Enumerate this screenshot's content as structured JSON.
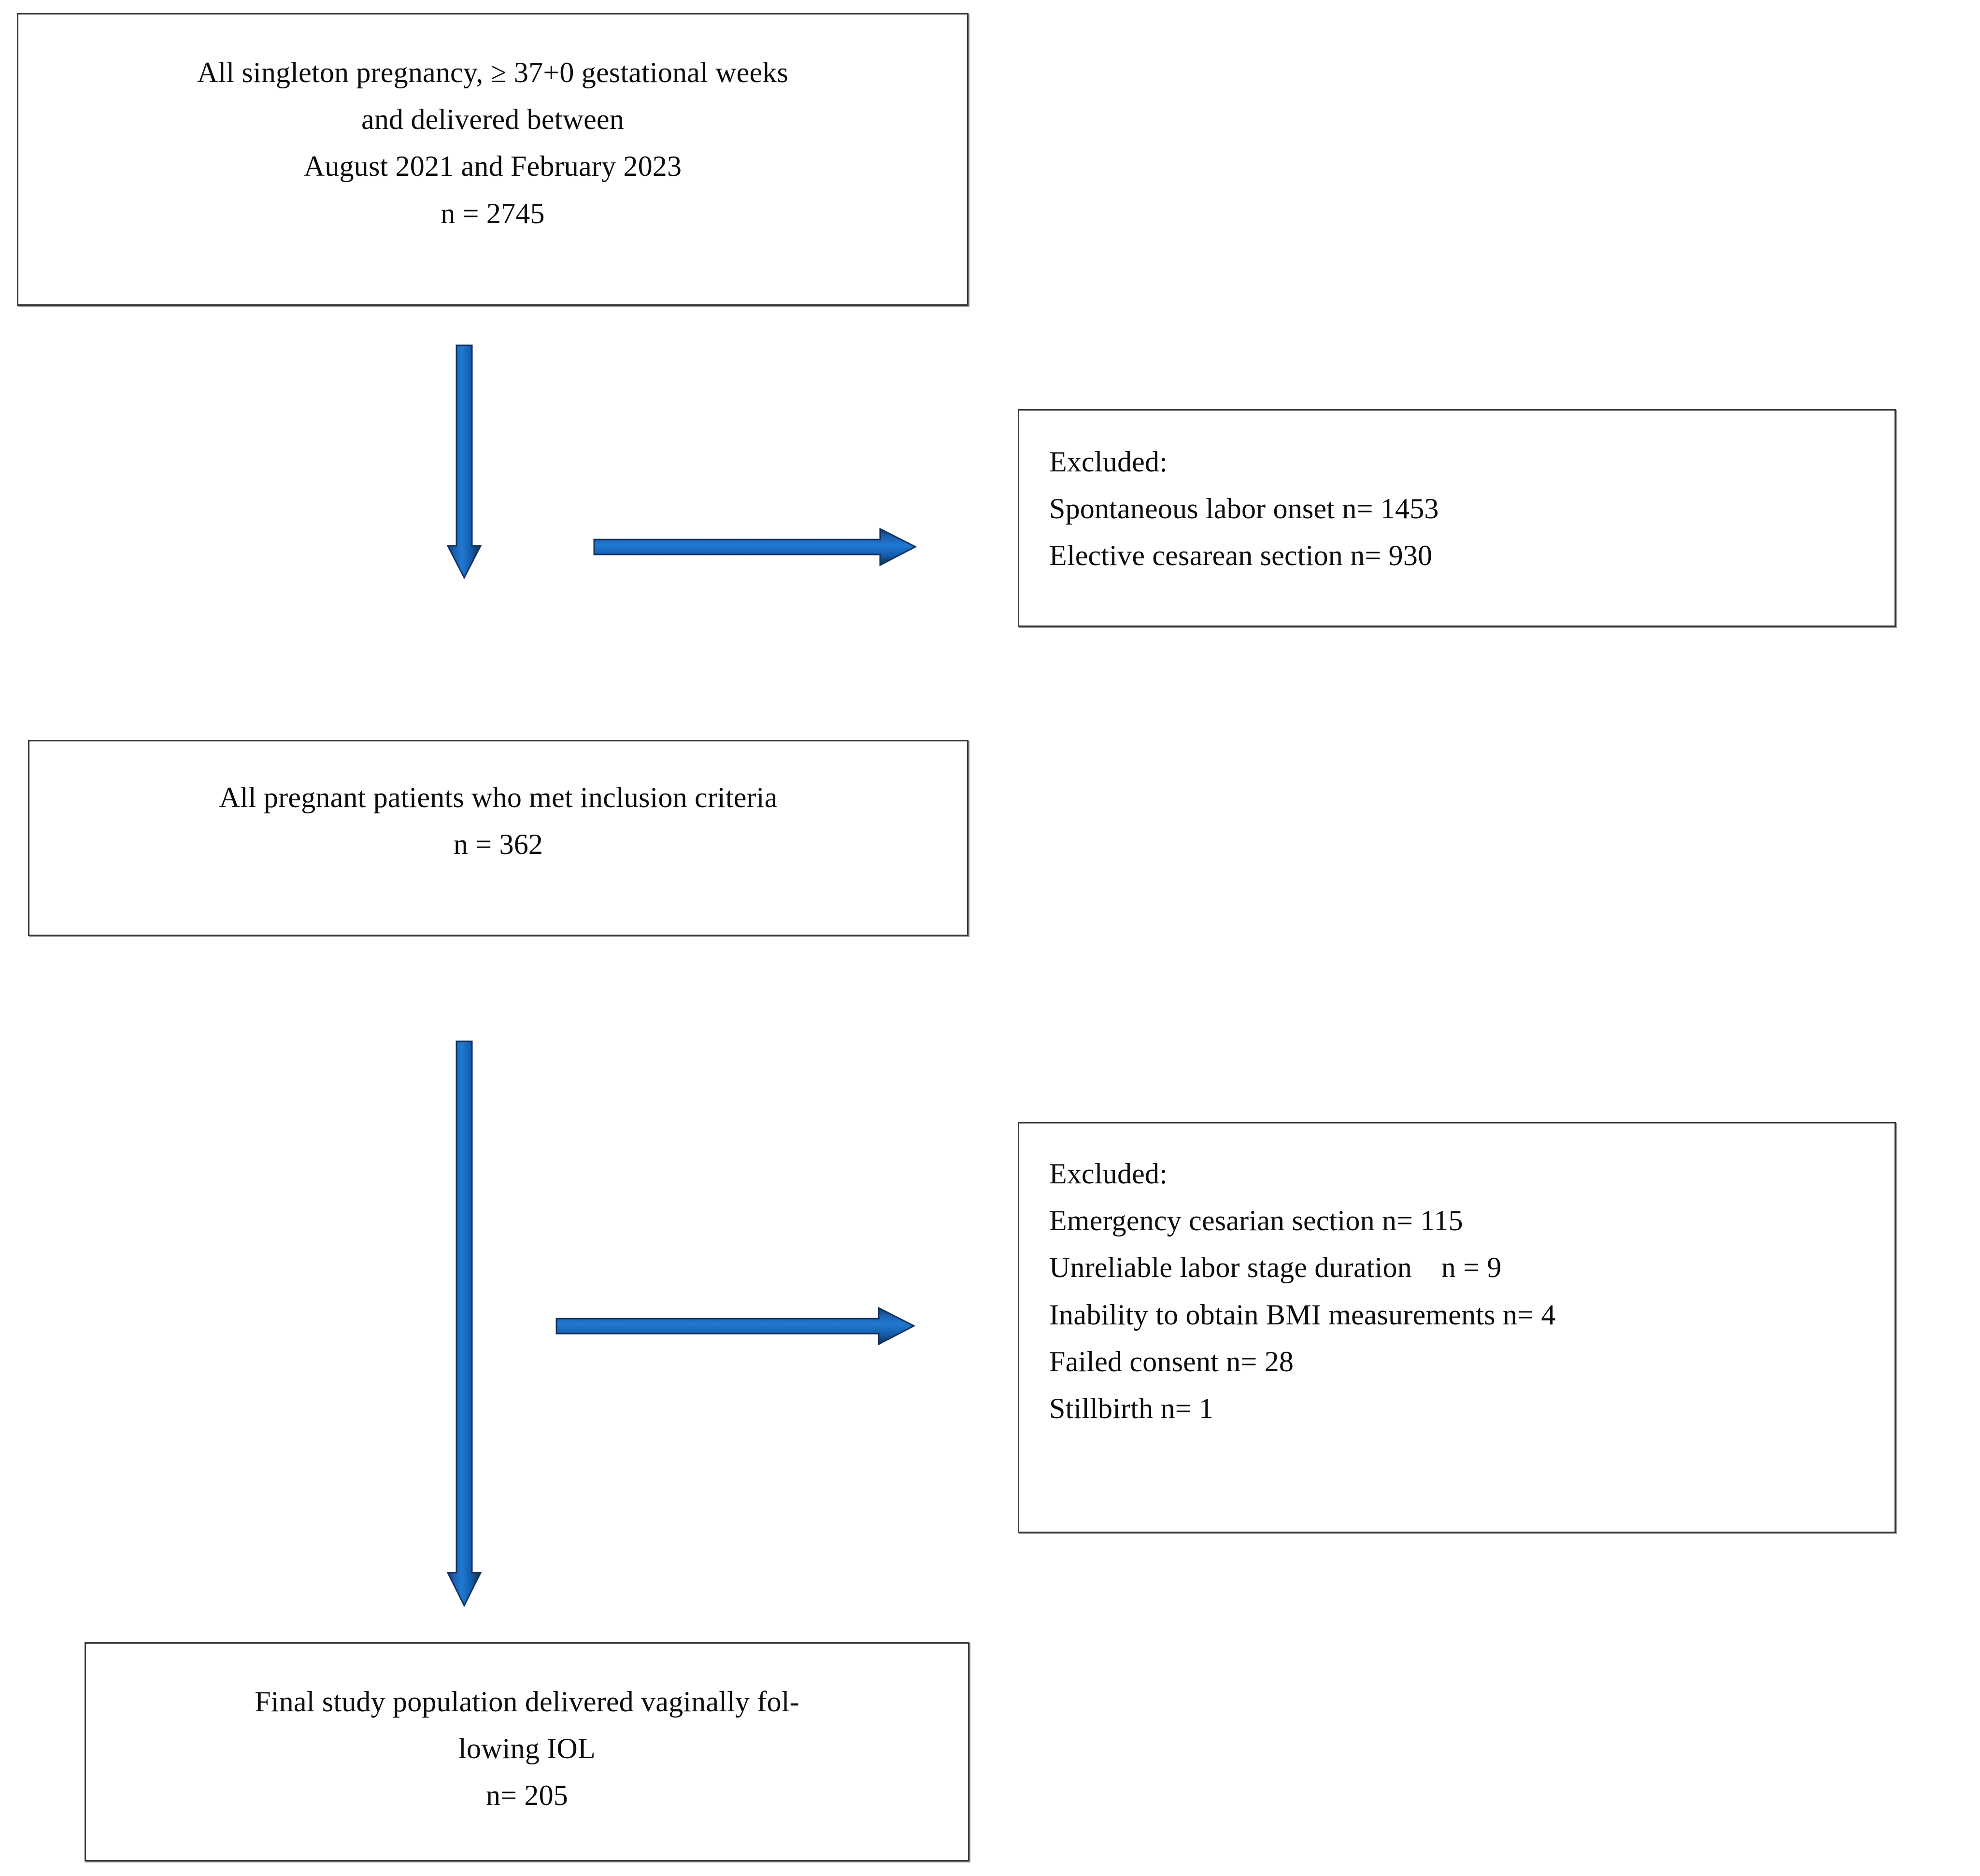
{
  "diagram": {
    "title": "Study population flow diagram",
    "accent_color": "#1565C0",
    "arrow_outline_color": "#13315C",
    "box_border_color": "#3A3A3A",
    "text_color": "#0D0D0D"
  },
  "nodes": {
    "cohort": {
      "lines": [
        "All singleton pregnancy, ≥ 37+0 gestational weeks",
        "and delivered between",
        "August 2021 and February 2023",
        "n = 2745"
      ],
      "count_label": "n = 2745",
      "count_value": 2745
    },
    "excluded_1": {
      "heading": "Excluded:",
      "items": [
        {
          "reason": "Spontaneous labor onset",
          "label": "Spontaneous labor onset n= 1453",
          "n": 1453
        },
        {
          "reason": "Elective cesarean section",
          "label": "Elective cesarean section n= 930",
          "n": 930
        }
      ]
    },
    "included": {
      "lines": [
        "All pregnant patients who met inclusion criteria",
        "n = 362"
      ],
      "count_label": "n = 362",
      "count_value": 362
    },
    "excluded_2": {
      "heading": "Excluded:",
      "items": [
        {
          "reason": "Emergency cesarian section",
          "label": "Emergency cesarian section n= 115",
          "n": 115
        },
        {
          "reason": "Unreliable labor stage duration",
          "label": "Unreliable labor stage duration    n = 9",
          "n": 9
        },
        {
          "reason": "Inability to obtain BMI measurements",
          "label": "Inability to obtain BMI measurements n= 4",
          "n": 4
        },
        {
          "reason": "Failed consent",
          "label": "Failed consent n= 28",
          "n": 28
        },
        {
          "reason": "Stillbirth",
          "label": "Stillbirth n= 1",
          "n": 1
        }
      ]
    },
    "final": {
      "lines": [
        "Final study population delivered vaginally fol-",
        "lowing IOL",
        "n= 205"
      ],
      "count_label": "n= 205",
      "count_value": 205
    }
  },
  "connectors": [
    {
      "name": "cohort-to-included",
      "direction": "down"
    },
    {
      "name": "cohort-to-excluded-1",
      "direction": "right"
    },
    {
      "name": "included-to-final",
      "direction": "down"
    },
    {
      "name": "included-to-excluded-2",
      "direction": "right"
    }
  ]
}
